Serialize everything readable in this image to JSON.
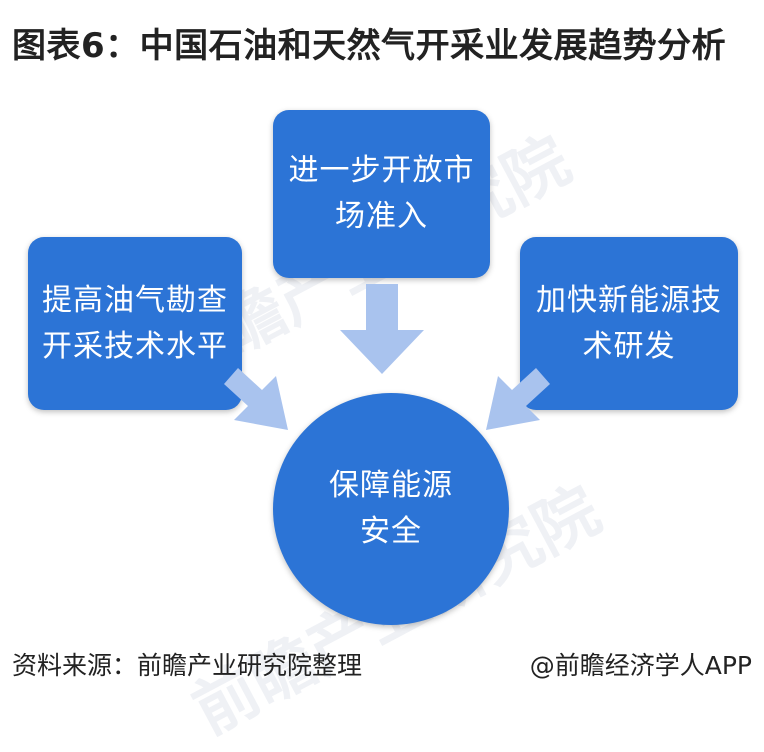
{
  "title": "图表6：中国石油和天然气开采业发展趋势分析",
  "nodes": {
    "top": [
      "进一步开放市",
      "场准入"
    ],
    "left": [
      "提高油气勘查",
      "开采技术水平"
    ],
    "right": [
      "加快新能源技",
      "术研发"
    ],
    "center": [
      "保障能源",
      "安全"
    ]
  },
  "footer": {
    "source": "资料来源：前瞻产业研究院整理",
    "brand": "@前瞻经济学人APP"
  },
  "watermark": "前瞻产业研究院",
  "colors": {
    "box": "#2c74d6",
    "arrow": "#a9c3ee",
    "text": "#ffffff",
    "title": "#222222"
  }
}
